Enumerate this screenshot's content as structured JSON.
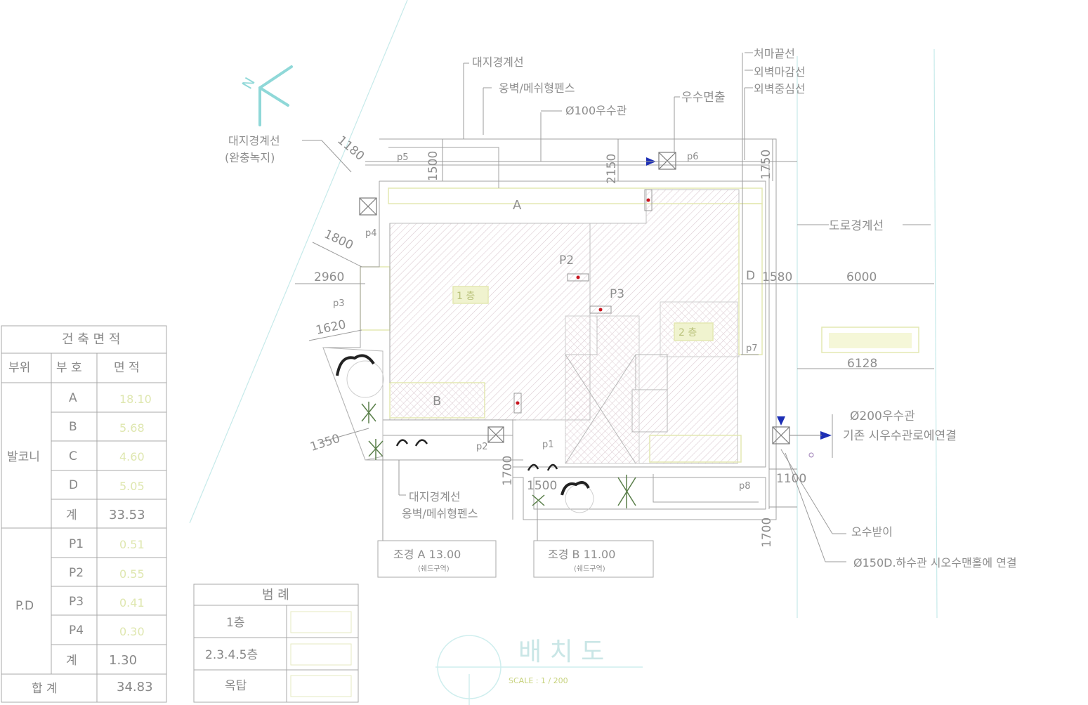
{
  "north_mark": "N",
  "labels": {
    "site_boundary_top": "대지경계선",
    "fence_top": "옹벽/메쉬형펜스",
    "pipe_100": "Ø100우수관",
    "rain_outlet": "우수면출",
    "eave_line": "처마끝선",
    "outer_wall_finish": "외벽마감선",
    "outer_wall_center": "외벽중심선",
    "site_boundary_left_1": "대지경계선",
    "site_boundary_left_2": "(완충녹지)",
    "road_boundary": "도로경계선",
    "pipe_200_1": "Ø200우수관",
    "pipe_200_2": "기존 시우수관로에연결",
    "site_boundary_bottom": "대지경계선",
    "fence_bottom": "옹벽/메쉬형펜스",
    "sewer_pit": "오수받이",
    "sewer_pipe": "Ø150D.하수관 시오수맨홀에 연결"
  },
  "dims": {
    "d1180": "1180",
    "d1500": "1500",
    "d2150": "2150",
    "d1750": "1750",
    "d1800": "1800",
    "d2960": "2960",
    "d1580": "1580",
    "d6000": "6000",
    "d1620": "1620",
    "d6128": "6128",
    "d1350": "1350",
    "d1700a": "1700",
    "d1500b": "1500",
    "d1100": "1100",
    "d1700b": "1700"
  },
  "plan_marks": {
    "p5": "p5",
    "p6": "p6",
    "p4": "p4",
    "p3": "p3",
    "p7": "p7",
    "p2": "p2",
    "p1": "p1",
    "p8": "p8",
    "A": "A",
    "B": "B",
    "D": "D",
    "P2": "P2",
    "P3": "P3",
    "floor1": "1 층",
    "floor2": "2 층"
  },
  "landscape": {
    "a_label": "조경 A 13.00",
    "a_sub": "(쉐드구역)",
    "b_label": "조경 B 11.00",
    "b_sub": "(쉐드구역)"
  },
  "area_table": {
    "title": "건 축 면 적",
    "headers": [
      "부위",
      "부 호",
      "면 적"
    ],
    "group1": "발코니",
    "group2": "P.D",
    "rows": [
      {
        "code": "A",
        "value": "18.10"
      },
      {
        "code": "B",
        "value": "5.68"
      },
      {
        "code": "C",
        "value": "4.60"
      },
      {
        "code": "D",
        "value": "5.05"
      },
      {
        "code": "계",
        "value": "33.53"
      },
      {
        "code": "P1",
        "value": "0.51"
      },
      {
        "code": "P2",
        "value": "0.55"
      },
      {
        "code": "P3",
        "value": "0.41"
      },
      {
        "code": "P4",
        "value": "0.30"
      },
      {
        "code": "계",
        "value": "1.30"
      }
    ],
    "total_label": "합 계",
    "total_value": "34.83"
  },
  "legend": {
    "title": "범  례",
    "rows": [
      "1층",
      "2.3.4.5층",
      "옥탑"
    ]
  },
  "drawing_title": "배 치 도",
  "scale": "SCALE : 1 / 200",
  "colors": {
    "line": "#9a9a9a",
    "cyan": "#bfe8e8",
    "yellow": "#ecefbf",
    "hatch": "#d9c6cc",
    "red": "#c8141e",
    "blue": "#1d2fb5"
  }
}
